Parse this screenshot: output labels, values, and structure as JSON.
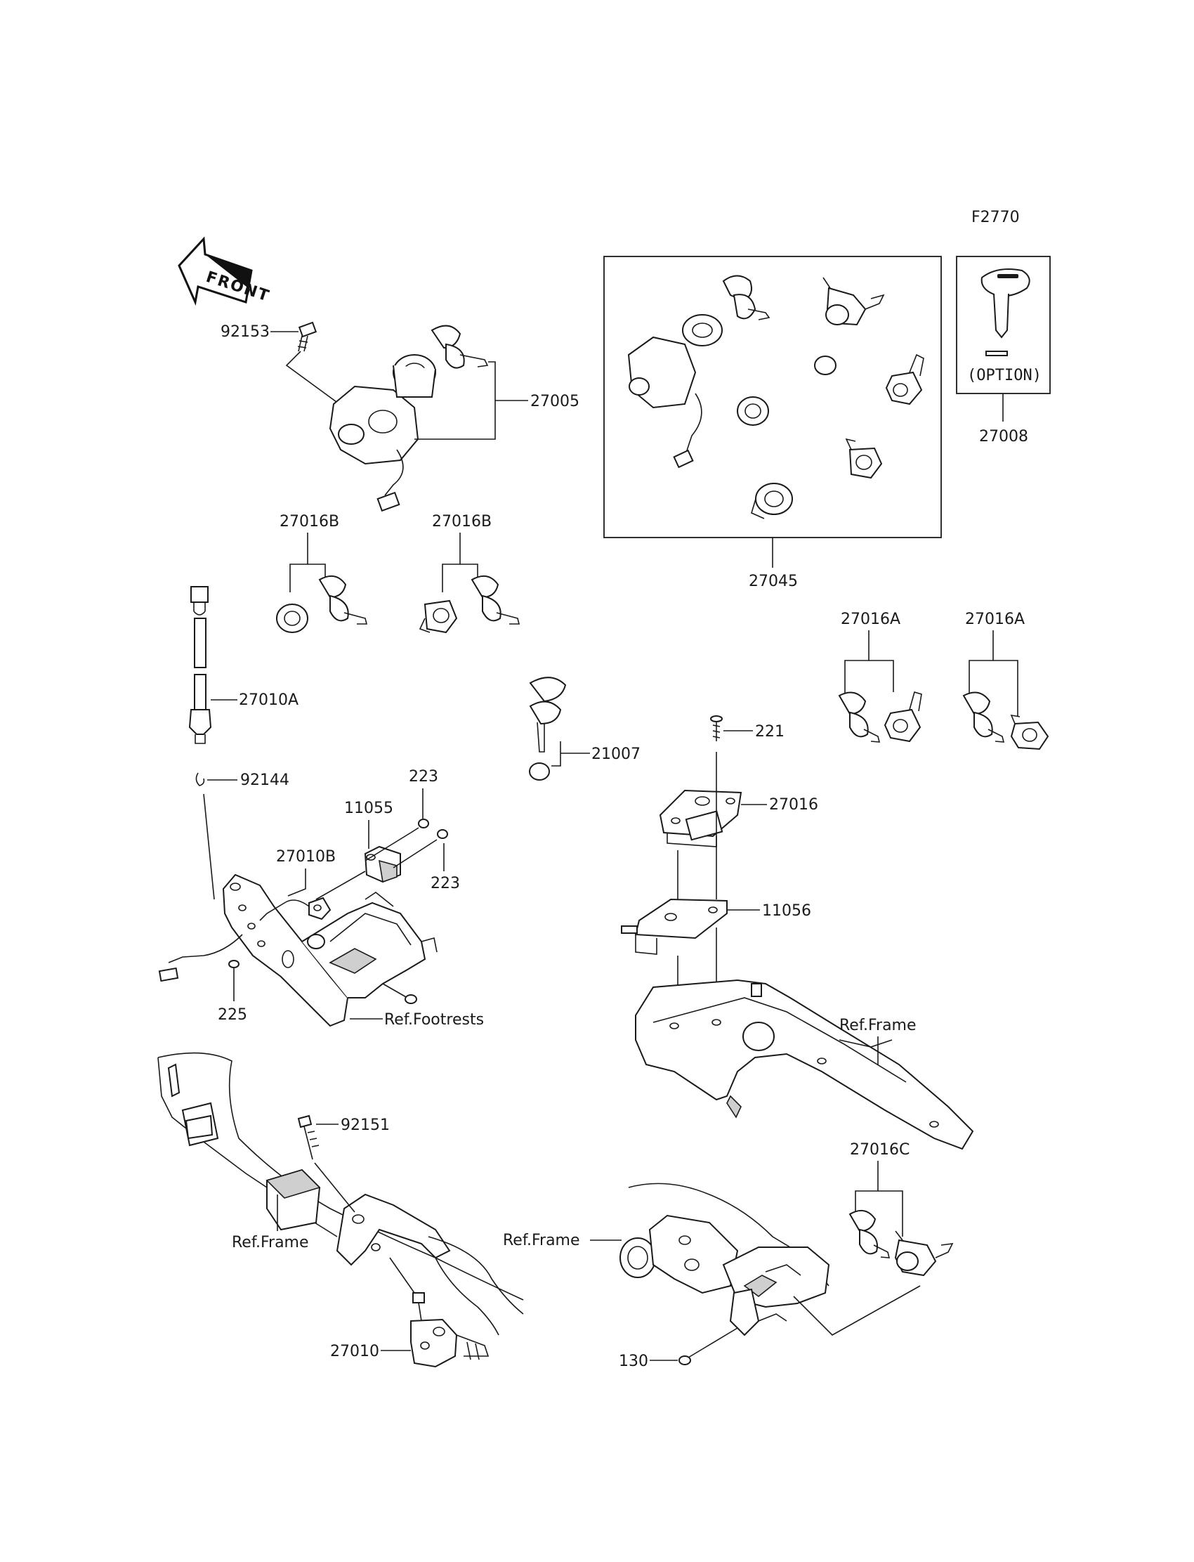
{
  "figure_code": "F2770",
  "front_label": "FRONT",
  "option_label": "(OPTION)",
  "labels": {
    "p92153": "92153",
    "p27005": "27005",
    "p27045": "27045",
    "p27008": "27008",
    "p27016b_1": "27016B",
    "p27016b_2": "27016B",
    "p27016a_1": "27016A",
    "p27016a_2": "27016A",
    "p27010a": "27010A",
    "p92144": "92144",
    "p21007": "21007",
    "p221": "221",
    "p27016": "27016",
    "p223_1": "223",
    "p223_2": "223",
    "p11055": "11055",
    "p27010b": "27010B",
    "p225": "225",
    "ref_footrests": "Ref.Footrests",
    "p11056": "11056",
    "ref_frame_1": "Ref.Frame",
    "p92151": "92151",
    "ref_frame_2": "Ref.Frame",
    "p27016c": "27016C",
    "ref_frame_3": "Ref.Frame",
    "p27010": "27010",
    "p130": "130"
  }
}
